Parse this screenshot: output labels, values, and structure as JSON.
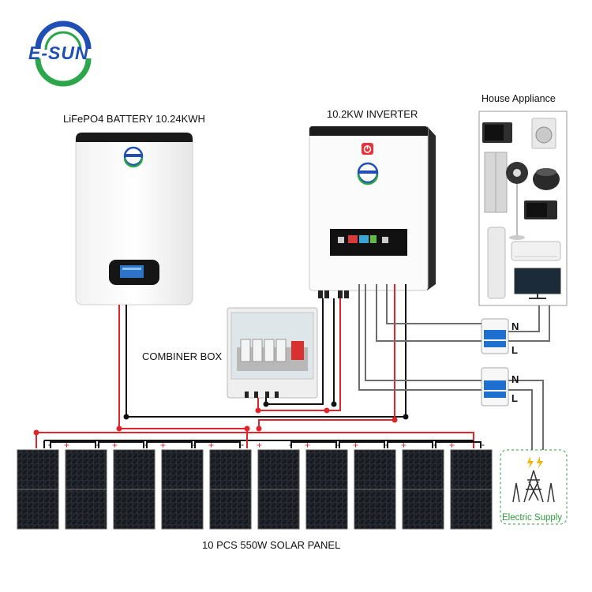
{
  "brand": {
    "logo_text": "E-SUN"
  },
  "battery": {
    "label": "LiFePO4 BATTERY 10.24KWH"
  },
  "inverter": {
    "label": "10.2KW INVERTER"
  },
  "appliances": {
    "label": "House Appliance"
  },
  "combiner": {
    "label": "COMBINER BOX"
  },
  "breakers": [
    {
      "n_label": "N",
      "l_label": "L"
    },
    {
      "n_label": "N",
      "l_label": "L"
    }
  ],
  "grid": {
    "label": "Electric Supply"
  },
  "panels": {
    "label": "10 PCS 550W SOLAR PANEL",
    "minus": "-",
    "plus": "+"
  },
  "colors": {
    "brand_blue": "#1f4fb5",
    "brand_green": "#2ca64a",
    "wire_red": "#e0242a",
    "wire_black": "#111111",
    "wire_gray": "#6d6d6d",
    "supply_green": "#2f9a3a"
  }
}
